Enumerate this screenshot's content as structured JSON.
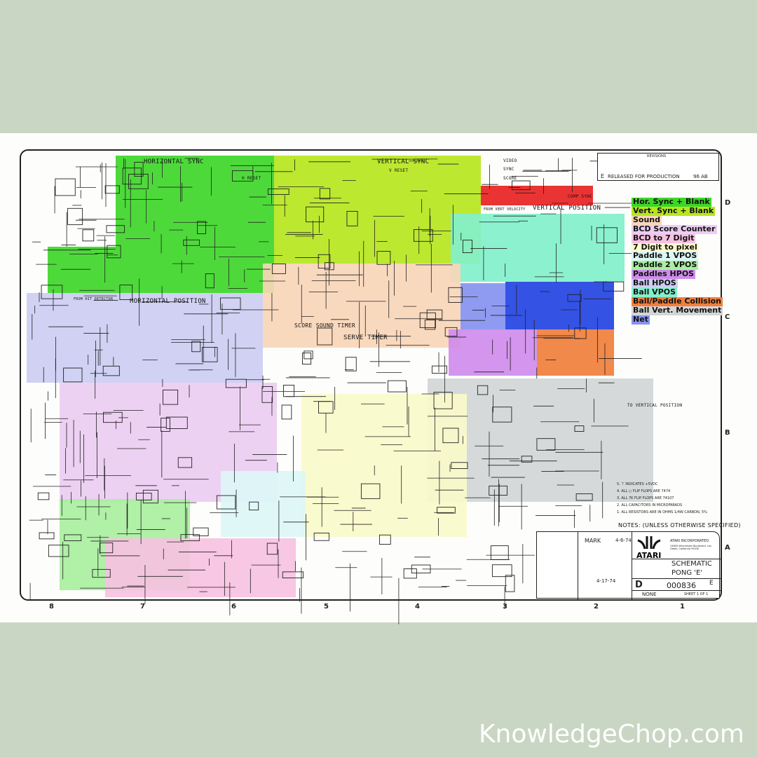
{
  "legend": [
    {
      "label": "Hor. Sync + Blank",
      "color": "#3fd62a"
    },
    {
      "label": "Vert. Sync + Blank",
      "color": "#b6e61e"
    },
    {
      "label": "Sound",
      "color": "#f8d6b8"
    },
    {
      "label": "BCD Score Counter",
      "color": "#ebcdf2"
    },
    {
      "label": "BCD to 7 Digit",
      "color": "#f6c2e2"
    },
    {
      "label": "7 Digit to pixel",
      "color": "#fafacb"
    },
    {
      "label": "Paddle 1 VPOS",
      "color": "#dcf6f6"
    },
    {
      "label": "Paddle 2 VPOS",
      "color": "#a9ef9f"
    },
    {
      "label": "Paddles HPOS",
      "color": "#cf8ceb"
    },
    {
      "label": "Ball HPOS",
      "color": "#cccdf2"
    },
    {
      "label": "Ball VPOS",
      "color": "#82f0cb"
    },
    {
      "label": "Ball/Paddle Collision",
      "color": "#f07f3c"
    },
    {
      "label": "Ball Vert. Movement",
      "color": "#d3d6d6"
    },
    {
      "label": "Net",
      "color": "#8592f0"
    }
  ],
  "labels": {
    "hsync": "HORIZONTAL SYNC",
    "vsync": "VERTICAL SYNC",
    "vpos": "VERTICAL POSITION",
    "hpos": "HORIZONTAL POSITION",
    "sound": "SCORE SOUND TIMER",
    "serve": "SERVE TIMER",
    "tovpos": "TO VERTICAL POSITION",
    "hreset": "H RESET",
    "vreset": "V RESET",
    "compsync": "COMP SYNC",
    "hit": "FROM HIT DETECTOR",
    "fromvvel": "FROM VERT VELOCITY",
    "video": "VIDEO",
    "sync": "SYNC",
    "score": "SCORE"
  },
  "revision": {
    "header": "REVISIONS",
    "ltr": "E",
    "description": "RELEASED FOR PRODUCTION",
    "approved": "96 AB"
  },
  "notes": {
    "title": "NOTES: (UNLESS OTHERWISE SPECIFIED)",
    "items": [
      "5. ⊤ INDICATES +5VDC",
      "4. ALL ○ FLIP FLOPS ARE 7474",
      "3. ALL 7K FLIP FLOPS ARE 74107",
      "2. ALL CAPACITORS IN MICROFARADS",
      "1. ALL RESISTORS ARE IN OHMS 1/4W CARBON, 5%"
    ]
  },
  "titleblock": {
    "drawn_by": "MARK",
    "drawn_date": "4-6-74",
    "company": "ATARI INCORPORATED",
    "address": "14600 Winchester Boulevard, Los Gatos, California 95030",
    "logo": "ATARI",
    "title1": "SCHEMATIC",
    "title2": "PONG 'E'",
    "size": "D",
    "drawing_no": "000836",
    "rev": "E",
    "scale": "NONE",
    "sheet": "SHEET 1 OF 1",
    "date2": "4-17-74"
  },
  "grid": {
    "cols": [
      "8",
      "7",
      "6",
      "5",
      "4",
      "3",
      "2",
      "1"
    ],
    "rows": [
      "D",
      "C",
      "B",
      "A"
    ]
  },
  "watermark": "KnowledgeChop.com"
}
